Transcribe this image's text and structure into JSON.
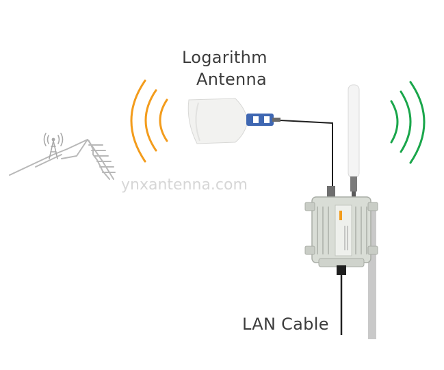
{
  "diagram": {
    "antenna_label_line1": "Logarithm",
    "antenna_label_line2": "Antenna",
    "cable_label": "LAN Cable",
    "watermark": "ynxantenna.com"
  },
  "colors": {
    "left_waves": "#f39c1c",
    "right_waves": "#1aa64b",
    "sketch": "#b8b8b8",
    "cable": "#202020",
    "enclosure": "#d9ddd6",
    "pole": "#c9c9c9"
  },
  "icons": {
    "tower": "cell-tower-icon",
    "antenna": "log-periodic-antenna-icon",
    "omni": "omni-antenna-icon",
    "enclosure": "outdoor-router-icon"
  }
}
